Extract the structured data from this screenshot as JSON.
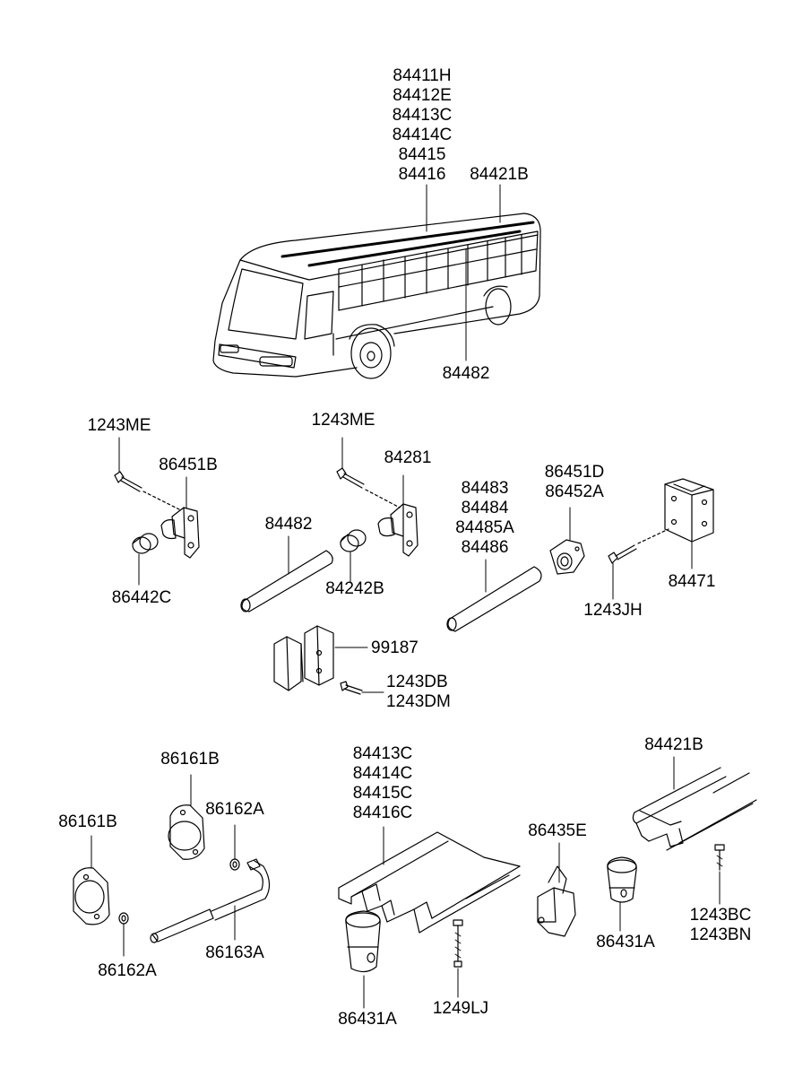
{
  "bus_labels": {
    "top_stack": [
      "84411H",
      "84412E",
      "84413C",
      "84414C",
      "84415",
      "84416"
    ],
    "rail_right": "84421B",
    "rail_bottom": "84482"
  },
  "mid_labels": {
    "screw_left": "1243ME",
    "bracket_left": "86451B",
    "grommet_left": "86442C",
    "tube_left": "84482",
    "screw_center": "1243ME",
    "bracket_center": "84281",
    "grommet_center": "84242B",
    "tube_right_stack": [
      "84483",
      "84484",
      "84485A",
      "84486"
    ],
    "bracket_right_stack": [
      "86451D",
      "86452A"
    ],
    "screw_right": "1243JH",
    "corner_bracket": "84471",
    "clip": "99187",
    "clip_screw_stack": [
      "1243DB",
      "1243DM"
    ]
  },
  "bottom_labels": {
    "cap_top": "86161B",
    "cap_left": "86161B",
    "washer_top": "86162A",
    "washer_bottom": "86162A",
    "hose": "86163A",
    "rail_stack": [
      "84413C",
      "84414C",
      "84415C",
      "84416C"
    ],
    "knob_bottom": "86431A",
    "screw_bottom": "1249LJ",
    "clip_right": "86435E",
    "knob_right": "86431A",
    "rail_right": "84421B",
    "screw_right_stack": [
      "1243BC",
      "1243BN"
    ]
  }
}
